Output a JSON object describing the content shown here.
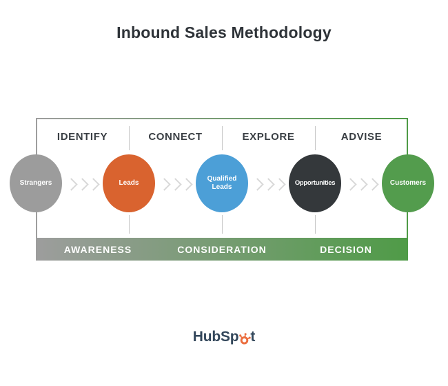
{
  "title": "Inbound Sales Methodology",
  "colors": {
    "title": "#2E3338",
    "stage_label": "#3A3F44",
    "divider": "#C7C7C7",
    "chevron": "#D9D9D9",
    "circle_text": "#FFFFFF",
    "bar_text": "#FFFFFF",
    "bar_start": "#9D9D9D",
    "bar_end": "#4F9B47",
    "border_left": "#9E9E9E",
    "border_right": "#4F9B47",
    "logo_text": "#33475B",
    "logo_sprocket": "#EB6E3F"
  },
  "diagram": {
    "stages": [
      "IDENTIFY",
      "CONNECT",
      "EXPLORE",
      "ADVISE"
    ],
    "circles": [
      {
        "label": "Strangers",
        "color": "#9C9C9C"
      },
      {
        "label": "Leads",
        "color": "#D9632F"
      },
      {
        "label": "Qualified Leads",
        "color": "#4C9FD7"
      },
      {
        "label": "Opportunities",
        "color": "#34383B"
      },
      {
        "label": "Customers",
        "color": "#539C4D"
      }
    ],
    "journey_stages": [
      "AWARENESS",
      "CONSIDERATION",
      "DECISION"
    ]
  },
  "logo": {
    "text_before": "HubSp",
    "text_after": "t",
    "sprocket_icon": "hubspot-sprocket"
  }
}
